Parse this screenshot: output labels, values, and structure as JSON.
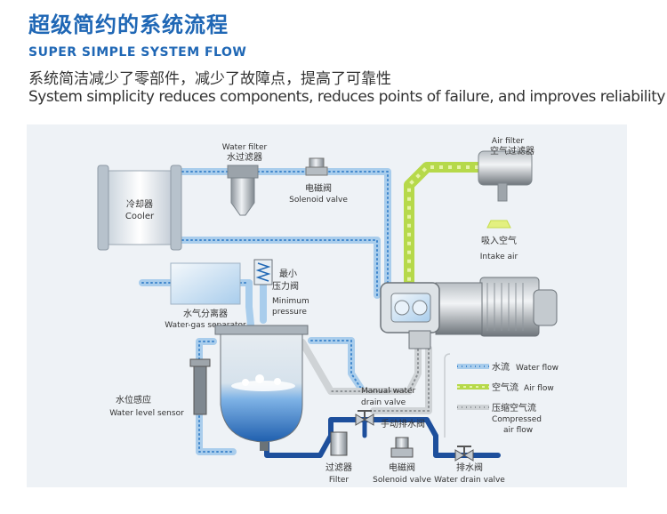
{
  "header": {
    "title_cn": "超级简约的系统流程",
    "title_en": "SUPER SIMPLE SYSTEM FLOW",
    "subtitle_cn": "系统简洁减少了零部件，减少了故障点，提高了可靠性",
    "subtitle_en": "System simplicity reduces components, reduces points of failure, and improves reliability"
  },
  "labels": {
    "water_filter_en": "Water filter",
    "water_filter_cn": "水过滤器",
    "solenoid_top_cn": "电磁阀",
    "solenoid_top_en": "Solenoid valve",
    "cooler_cn": "冷却器",
    "cooler_en": "Cooler",
    "air_filter_en": "Air filter",
    "air_filter_cn": "空气过滤器",
    "intake_cn": "吸入空气",
    "intake_en": "Intake air",
    "min_pressure_cn_1": "最小",
    "min_pressure_cn_2": "压力阀",
    "min_pressure_en_1": "Minimum",
    "min_pressure_en_2": "pressure",
    "separator_cn": "水气分离器",
    "separator_en": "Water-gas separator",
    "level_sensor_cn": "水位感应",
    "level_sensor_en": "Water level sensor",
    "manual_drain_en_1": "Manual water",
    "manual_drain_en_2": "drain valve",
    "manual_drain_cn": "手动排水阀",
    "filter_cn": "过滤器",
    "filter_en": "Filter",
    "solenoid_bottom_cn": "电磁阀",
    "solenoid_bottom_en": "Solenoid valve",
    "drain_valve_cn": "排水阀",
    "drain_valve_en": "Water drain valve"
  },
  "legend": {
    "water_cn": "水流",
    "water_en": "Water flow",
    "air_cn": "空气流",
    "air_en": "Air flow",
    "compressed_cn": "压缩空气流",
    "compressed_en_1": "Compressed",
    "compressed_en_2": "air flow"
  },
  "colors": {
    "title": "#1f67b5",
    "water_pipe": "#a9cdec",
    "water_dots": "#3f86cc",
    "air_pipe": "#b6d94a",
    "air_dots": "#e6f3a8",
    "compressed_pipe": "#cfd3d6",
    "compressed_dots": "#8b9094",
    "drain_pipe": "#1d4f9c"
  }
}
